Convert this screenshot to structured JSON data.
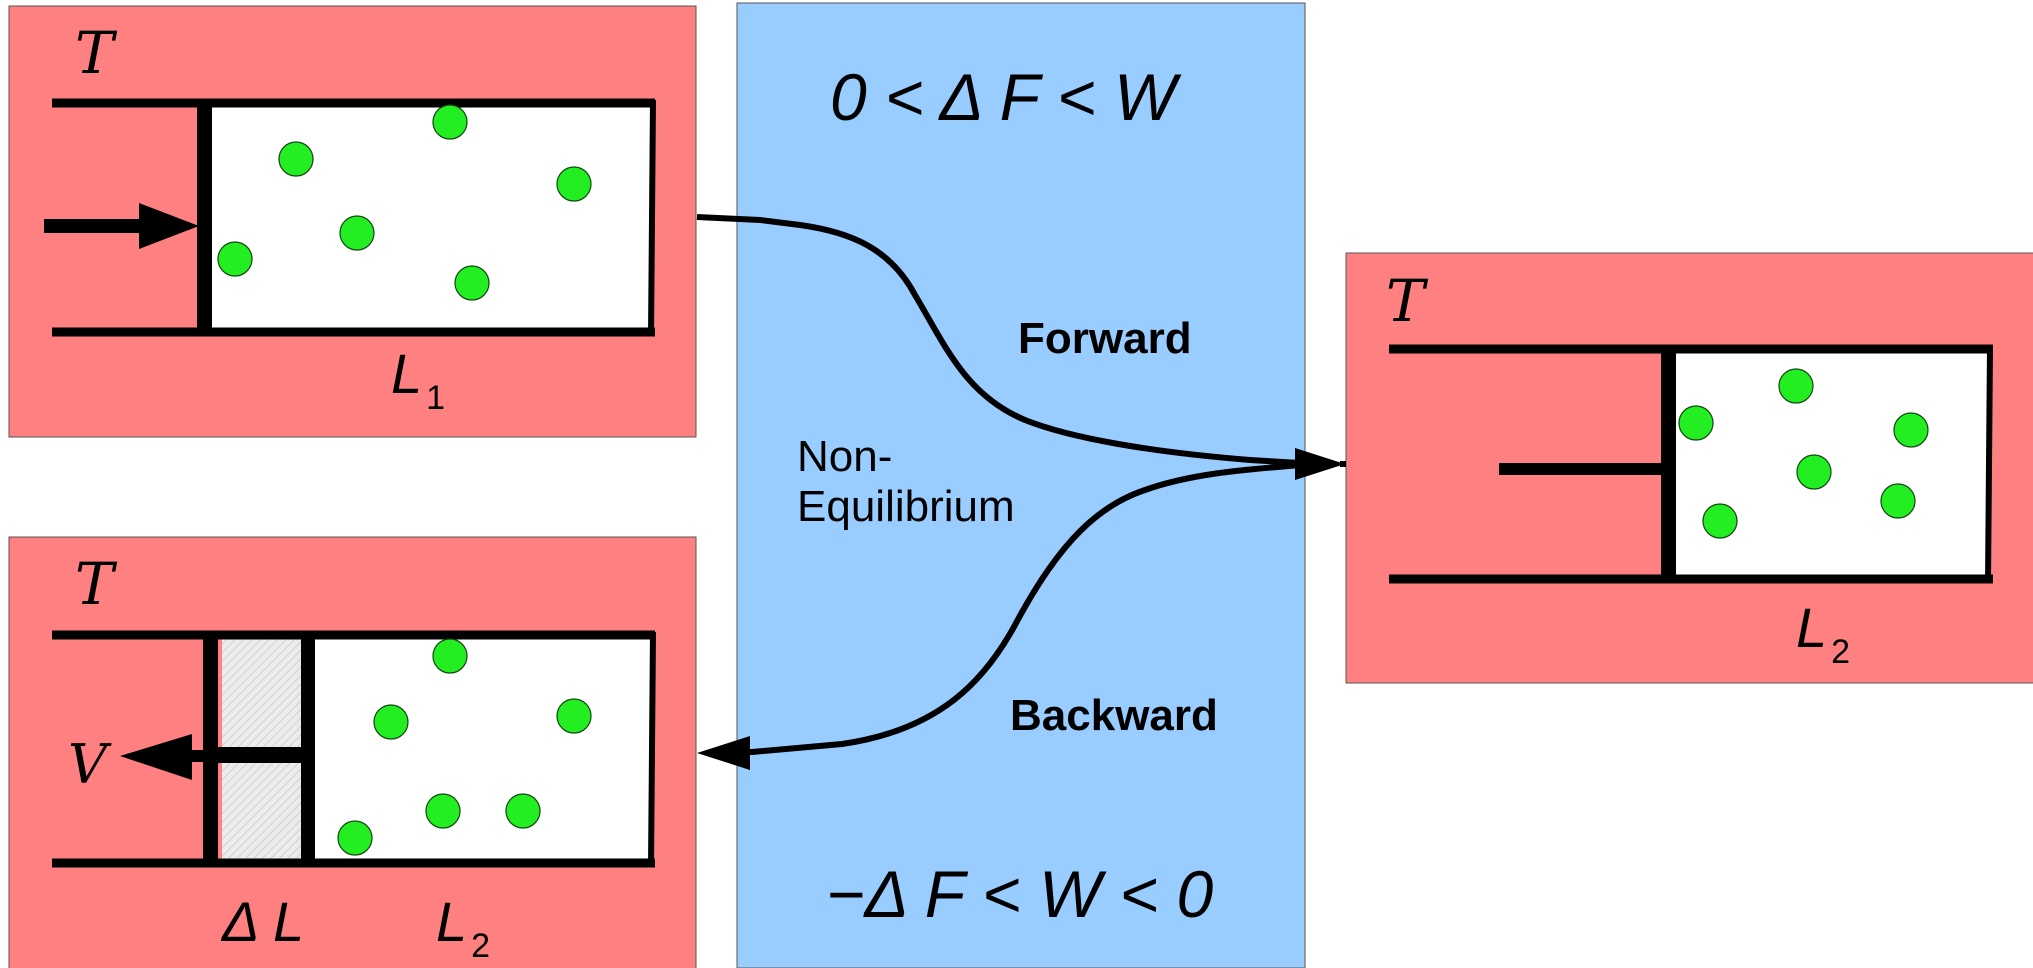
{
  "colors": {
    "panel_red": "#ff8080",
    "panel_blue": "#99ccff",
    "particle_green": "#22ee22",
    "line_black": "#000000",
    "spacer_gray": "#e8e8e8"
  },
  "top_left_panel": {
    "temperature_label": "T",
    "length_symbol": "L",
    "length_subscript": "1"
  },
  "right_panel": {
    "temperature_label": "T",
    "length_symbol": "L",
    "length_subscript": "2"
  },
  "bottom_left_panel": {
    "temperature_label": "T",
    "velocity_label": "V",
    "delta_length_label": "Δ L",
    "length_symbol": "L",
    "length_subscript": "2"
  },
  "middle_panel": {
    "forward_inequality": "0 < Δ F < W",
    "backward_inequality": "−Δ F < W < 0",
    "forward_label": "Forward",
    "backward_label": "Backward",
    "process_line1": "Non-",
    "process_line2": "Equilibrium"
  }
}
